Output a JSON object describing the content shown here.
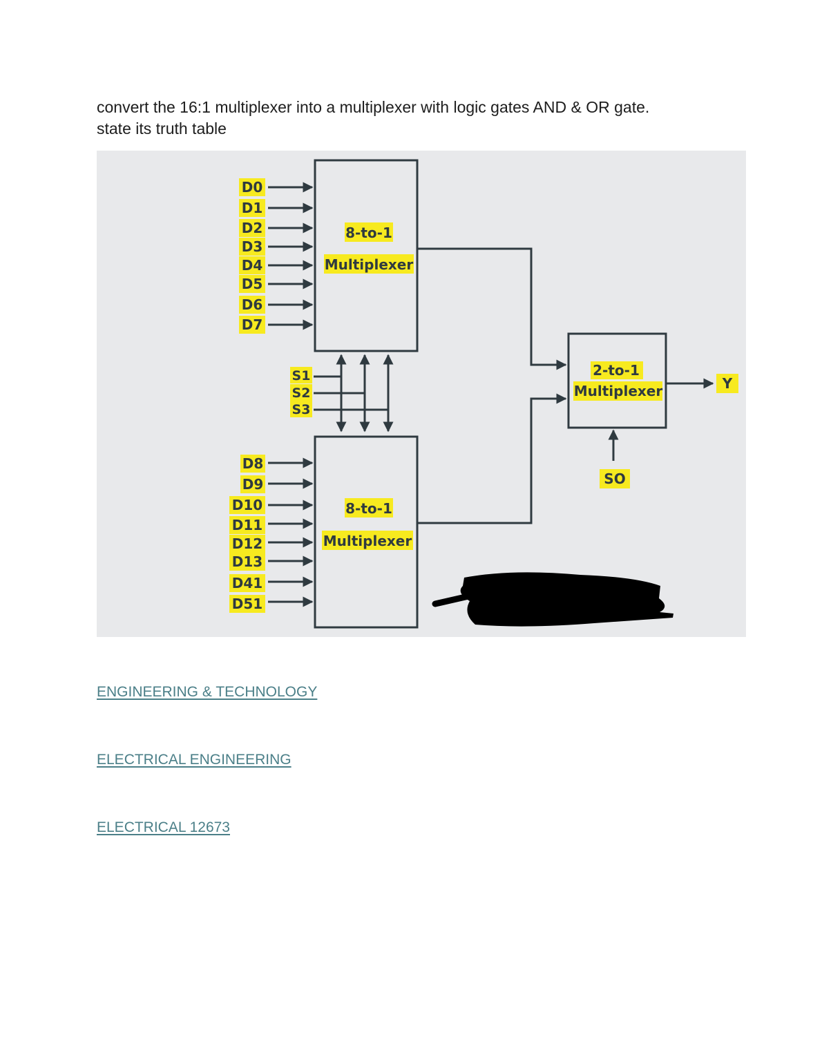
{
  "question": {
    "line1": "convert the 16:1 multiplexer into a multiplexer with logic gates AND & OR gate.",
    "line2": "state its truth table"
  },
  "diagram": {
    "mux_top": {
      "line1": "8-to-1",
      "line2": "Multiplexer"
    },
    "mux_bottom": {
      "line1": "8-to-1",
      "line2": "Multiplexer"
    },
    "mux_final": {
      "line1": "2-to-1",
      "line2": "Multiplexer"
    },
    "inputs_top": [
      "D0",
      "D1",
      "D2",
      "D3",
      "D4",
      "D5",
      "D6",
      "D7"
    ],
    "inputs_bottom": [
      "D8",
      "D9",
      "D10",
      "D11",
      "D12",
      "D13",
      "D41",
      "D51"
    ],
    "selects": [
      "S1",
      "S2",
      "S3"
    ],
    "final_select": "SO",
    "output": "Y",
    "label_color": "#f7ea1f",
    "background": "#e8e9eb"
  },
  "tags": [
    "ENGINEERING & TECHNOLOGY",
    "ELECTRICAL ENGINEERING",
    "ELECTRICAL 12673"
  ]
}
